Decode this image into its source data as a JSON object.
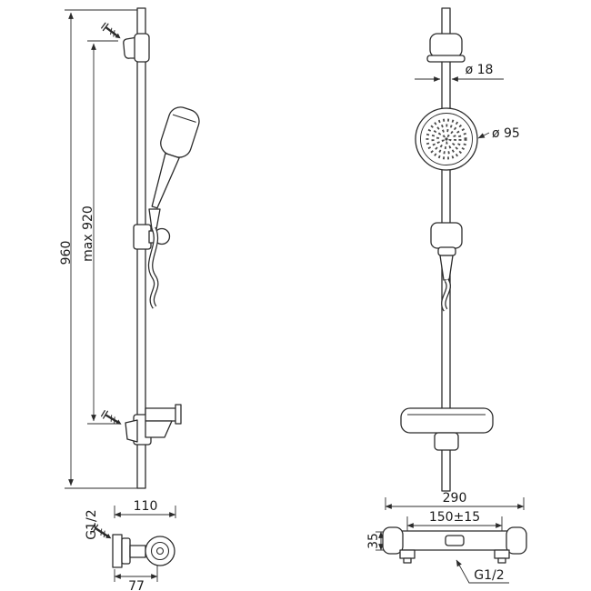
{
  "drawing": {
    "side": {
      "height": "960",
      "max": "max 920"
    },
    "front": {
      "rail_d": "ø 18",
      "head_d": "ø 95"
    },
    "mixer_side": {
      "thread": "G1/2",
      "depth": "110",
      "inner_depth": "77"
    },
    "mixer_front": {
      "width": "290",
      "centers": "150±15",
      "height": "35",
      "thread": "G1/2"
    }
  },
  "colors": {
    "line": "#2b2b2b",
    "text": "#1b1b1b",
    "background": "#ffffff"
  }
}
